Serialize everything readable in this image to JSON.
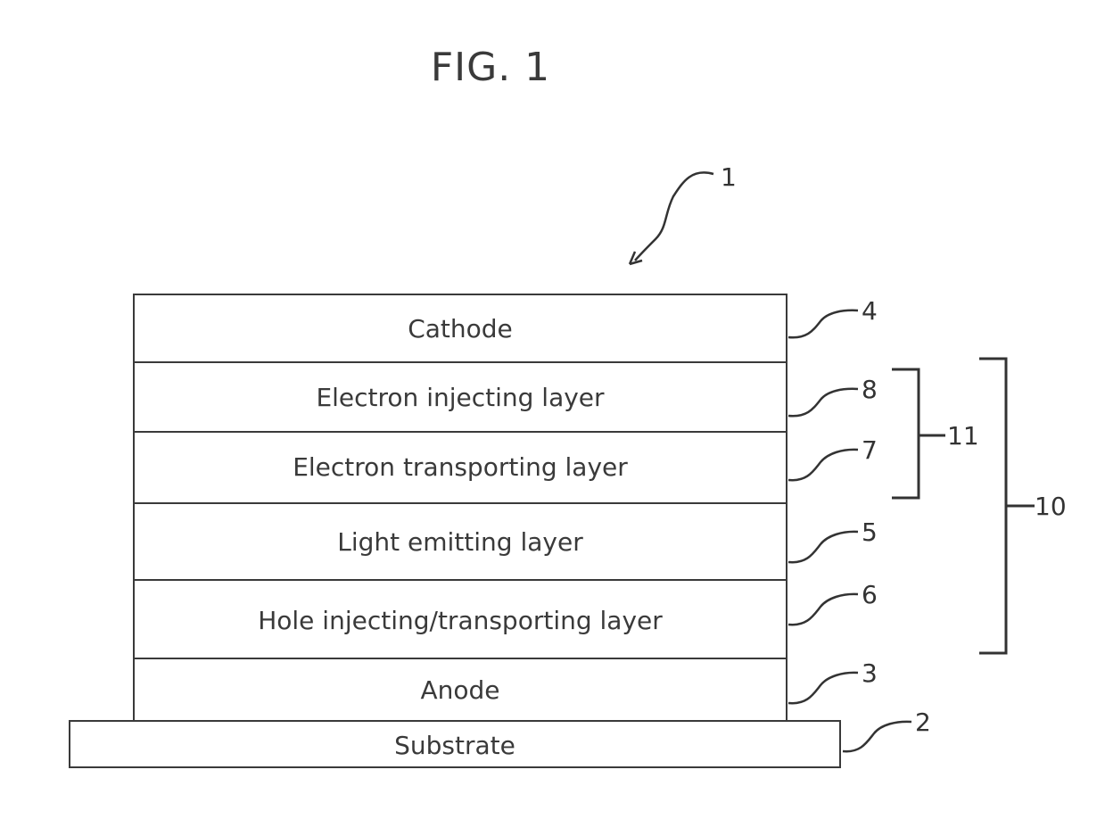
{
  "figure": {
    "title": "FIG. 1"
  },
  "device": {
    "ref": "1"
  },
  "layers": [
    {
      "key": "cathode",
      "label": "Cathode",
      "ref": "4"
    },
    {
      "key": "electron-injecting",
      "label": "Electron injecting layer",
      "ref": "8"
    },
    {
      "key": "electron-transporting",
      "label": "Electron transporting layer",
      "ref": "7"
    },
    {
      "key": "light-emitting",
      "label": "Light emitting layer",
      "ref": "5"
    },
    {
      "key": "hole-injecting-transporting",
      "label": "Hole injecting/transporting layer",
      "ref": "6"
    },
    {
      "key": "anode",
      "label": "Anode",
      "ref": "3"
    },
    {
      "key": "substrate",
      "label": "Substrate",
      "ref": "2"
    }
  ],
  "groups": [
    {
      "key": "electron-layers-group",
      "ref": "11"
    },
    {
      "key": "organic-layers-group",
      "ref": "10"
    }
  ]
}
